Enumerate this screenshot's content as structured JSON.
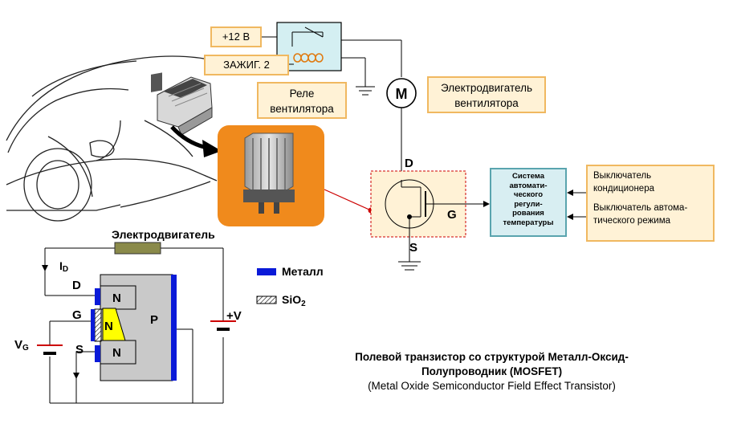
{
  "relay_inputs": {
    "v12": "+12 В",
    "ignition": "ЗАЖИГ. 2"
  },
  "relay_label": "Реле\nвентилятора",
  "fan_motor": {
    "symbol": "M",
    "label": "Электродвигатель\nвентилятора"
  },
  "mosfet_symbol": {
    "drain": "D",
    "gate": "G",
    "source": "S"
  },
  "temp_control": "Система\nавтомати-\nческого\nрегули-\nрования\nтемпературы",
  "switches": [
    "Выключатель\nкондиционера",
    "Выключатель автома-\nтического режима"
  ],
  "structure": {
    "motor_label": "Электродвигатель",
    "current_label": "I",
    "current_sub": "D",
    "drain": "D",
    "gate": "G",
    "source": "S",
    "gate_voltage": "V",
    "gate_voltage_sub": "G",
    "supply": "+V",
    "n_region": "N",
    "p_region": "P"
  },
  "legend": {
    "metal": "Металл",
    "oxide": "SiO",
    "oxide_sub": "2"
  },
  "caption": {
    "line1": "Полевой транзистор со структурой Металл-Оксид-",
    "line2": "Полупроводник (MOSFET)",
    "line3": "(Metal Oxide Semiconductor Field Effect Transistor)"
  },
  "colors": {
    "metal": "#0a1ad8",
    "semiconductor": "#c9c9c9",
    "channel": "#ffff00",
    "box_fill": "#fff2d6",
    "box_border": "#f0b860",
    "control_fill": "#d8eef2",
    "control_border": "#5aa4ae",
    "resistor_orange": "#f08a1c",
    "lead_wire": "#cc0000",
    "motor_body": "#8a8a4a"
  }
}
